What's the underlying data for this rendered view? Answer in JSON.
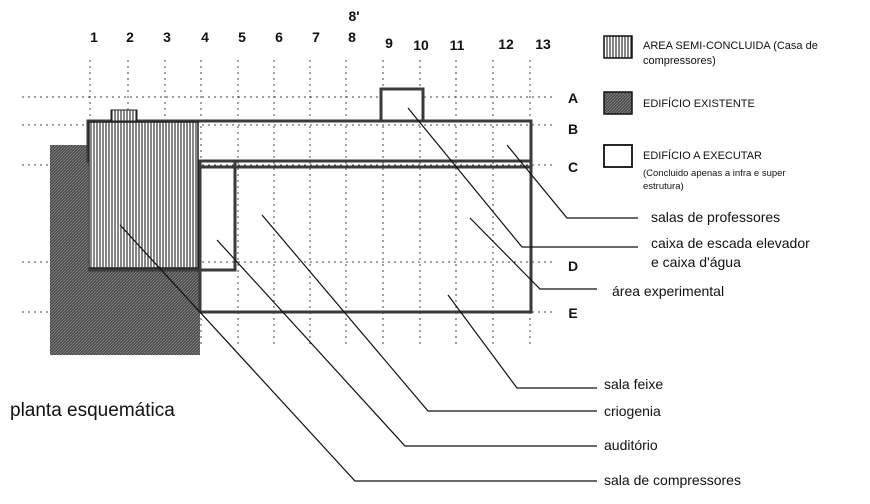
{
  "grid": {
    "columns": [
      "1",
      "2",
      "3",
      "4",
      "5",
      "6",
      "7",
      "8",
      "9",
      "10",
      "11",
      "12",
      "13"
    ],
    "extra_column": "8'",
    "rows": [
      "A",
      "B",
      "C",
      "D",
      "E"
    ]
  },
  "legend": [
    {
      "key": "semi",
      "line1": "AREA SEMI-CONCLUIDA (Casa de",
      "line2": "compressores)"
    },
    {
      "key": "existing",
      "line1": "EDIFÍCIO EXISTENTE"
    },
    {
      "key": "new",
      "line1": "EDIFÍCIO  A EXECUTAR",
      "line2": "(Concluido apenas a infra e super",
      "line3": "estrutura)"
    }
  ],
  "callouts": [
    "salas de professores",
    "caixa de escada elevador",
    "e caixa d'água",
    "área experimental",
    "sala feixe",
    "criogenia",
    "auditório",
    "sala de compressores"
  ],
  "title": "planta esquemática",
  "colors": {
    "line": "#111111",
    "outline": "#3a3a3a",
    "grid": "#444444"
  }
}
